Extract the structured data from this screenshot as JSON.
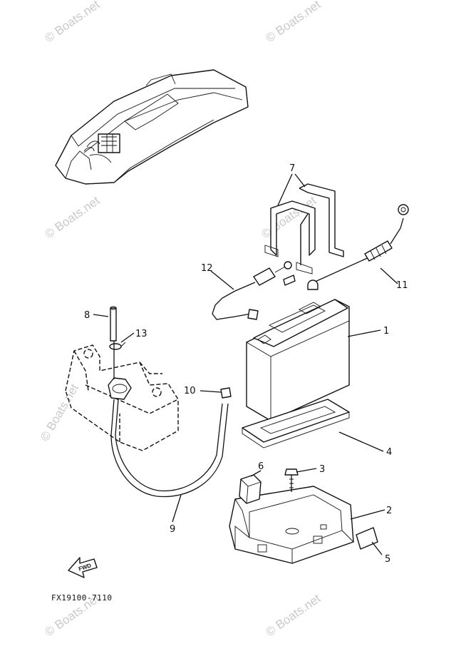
{
  "watermark": "© Boats.net",
  "diagram_code": "FX19100-7110",
  "fwd_label": "FWD",
  "callouts": [
    {
      "id": "1",
      "label": "1"
    },
    {
      "id": "2",
      "label": "2"
    },
    {
      "id": "3",
      "label": "3"
    },
    {
      "id": "4",
      "label": "4"
    },
    {
      "id": "5",
      "label": "5"
    },
    {
      "id": "6",
      "label": "6"
    },
    {
      "id": "7",
      "label": "7"
    },
    {
      "id": "8",
      "label": "8"
    },
    {
      "id": "9",
      "label": "9"
    },
    {
      "id": "10",
      "label": "10"
    },
    {
      "id": "11",
      "label": "11"
    },
    {
      "id": "12",
      "label": "12"
    },
    {
      "id": "13",
      "label": "13"
    }
  ]
}
